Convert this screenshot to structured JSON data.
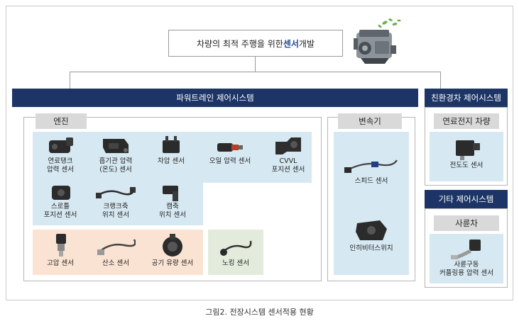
{
  "top": {
    "prefix": "차량의 최적 주행을 위한 ",
    "accent": "센서",
    "suffix": " 개발"
  },
  "headers": {
    "powertrain": "파워트레인 제어시스템",
    "eco": "친환경차 제어시스템",
    "other": "기타 제어시스템"
  },
  "tags": {
    "engine": "엔진",
    "transmission": "변속기",
    "fuelcell": "연료전지 차량",
    "commercial": "사륜차"
  },
  "sensors": {
    "fuel_tank": [
      "연료탱크",
      "압력 센서"
    ],
    "intake": [
      "흡기관 압력",
      "(온도) 센서"
    ],
    "diff": [
      "차압 센서"
    ],
    "oil": [
      "오일 압력 센서"
    ],
    "cvvl": [
      "CVVL",
      "포지션 센서"
    ],
    "throttle": [
      "스로틀",
      "포지션 센서"
    ],
    "crank": [
      "크랭크축",
      "위치 센서"
    ],
    "cam": [
      "캠축",
      "위치 센서"
    ],
    "high_pressure": [
      "고압 센서"
    ],
    "oxygen": [
      "산소 센서"
    ],
    "airflow": [
      "공기 유량 센서"
    ],
    "knock": [
      "노킹 센서"
    ],
    "speed": [
      "스피드 센서"
    ],
    "inhibitor": [
      "인히비터스위치"
    ],
    "conductivity": [
      "전도도 센서"
    ],
    "drive_coupling": [
      "사륜구동",
      "커플링용 압력 센서"
    ]
  },
  "caption": "그림2. 전장시스템 센서적용 현황",
  "colors": {
    "header": "#1c3566",
    "accent": "#1e4a93",
    "blue_zone": "#d6e8f1",
    "peach_zone": "#fbe3d3",
    "green_zone": "#e3ecdc"
  }
}
